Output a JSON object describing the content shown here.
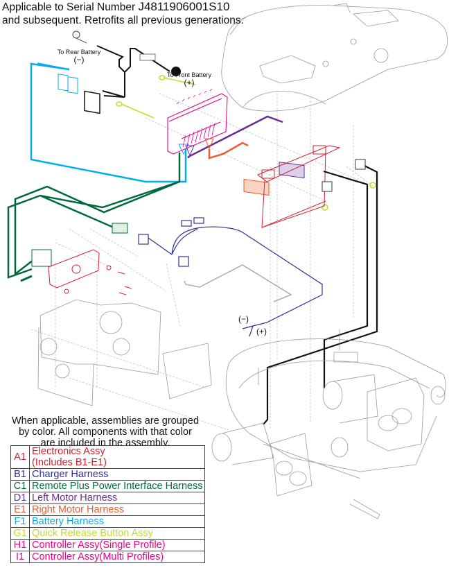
{
  "header": {
    "line1_prefix": "Applicable to Serial Number ",
    "serial_number": "J4811906001S10",
    "line2": "and subsequent. Retrofits all previous generations."
  },
  "callouts": {
    "rear_battery": "To Rear Battery",
    "rear_battery_polarity": "(−)",
    "front_battery": "To Front Battery",
    "front_battery_polarity": "(+)",
    "charger_negative": "(−)",
    "charger_positive": "(+)"
  },
  "note": {
    "line1": "When applicable, assemblies are grouped",
    "line2": "by color. All components with that color",
    "line3": "are included in the assembly."
  },
  "legend": [
    {
      "code": "A1",
      "label": "Electronics Assy",
      "label2": "(Includes B1-E1)",
      "color": "#d2202f"
    },
    {
      "code": "B1",
      "label": "Charger Harness",
      "color": "#2e3192"
    },
    {
      "code": "C1",
      "label": "Remote Plus Power Interface Harness",
      "color": "#00693a"
    },
    {
      "code": "D1",
      "label": "Left Motor Harness",
      "color": "#6b2c91"
    },
    {
      "code": "E1",
      "label": "Right Motor Harness",
      "color": "#f15a29"
    },
    {
      "code": "F1",
      "label": "Battery Harness",
      "color": "#00aeef"
    },
    {
      "code": "G1",
      "label": "Quick Release Button Assy",
      "color": "#c5d92d"
    },
    {
      "code": "H1",
      "label": "Controller Assy(Single Profile)",
      "color": "#ec008c"
    },
    {
      "code": "I1",
      "label": "Controller Assy(Multi Profiles)",
      "color": "#ec008c"
    }
  ],
  "colors": {
    "electronics": "#d2202f",
    "charger": "#2e3192",
    "remote_plus": "#00693a",
    "left_motor": "#6b2c91",
    "right_motor": "#f15a29",
    "battery": "#00aeef",
    "quick_release": "#c5d92d",
    "controller": "#ec008c",
    "frame": "#9a9a9a",
    "black_cable": "#111111"
  }
}
